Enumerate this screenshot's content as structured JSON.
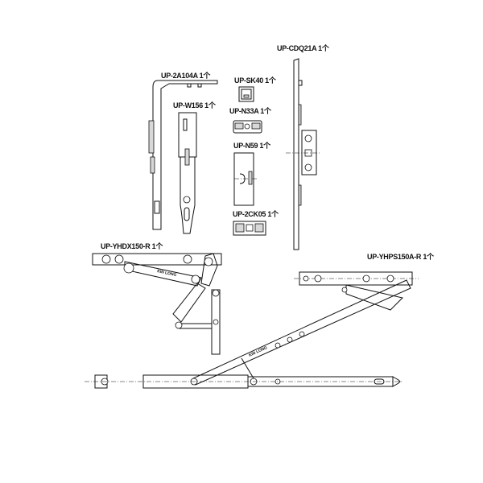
{
  "parts": [
    {
      "id": "2a104a",
      "label": "UP-2A104A 1个"
    },
    {
      "id": "sk40",
      "label": "UP-SK40 1个"
    },
    {
      "id": "w156",
      "label": "UP-W156 1个"
    },
    {
      "id": "n33a",
      "label": "UP-N33A 1个"
    },
    {
      "id": "n59",
      "label": "UP-N59 1个"
    },
    {
      "id": "2ck05",
      "label": "UP-2CK05 1个"
    },
    {
      "id": "cdq21a",
      "label": "UP-CDQ21A 1个"
    },
    {
      "id": "yhdx150r",
      "label": "UP-YHDX150-R 1个"
    },
    {
      "id": "yhps150ar",
      "label": "UP-YHPS150A-R 1个"
    }
  ],
  "brand_mark": "KIN LONG"
}
